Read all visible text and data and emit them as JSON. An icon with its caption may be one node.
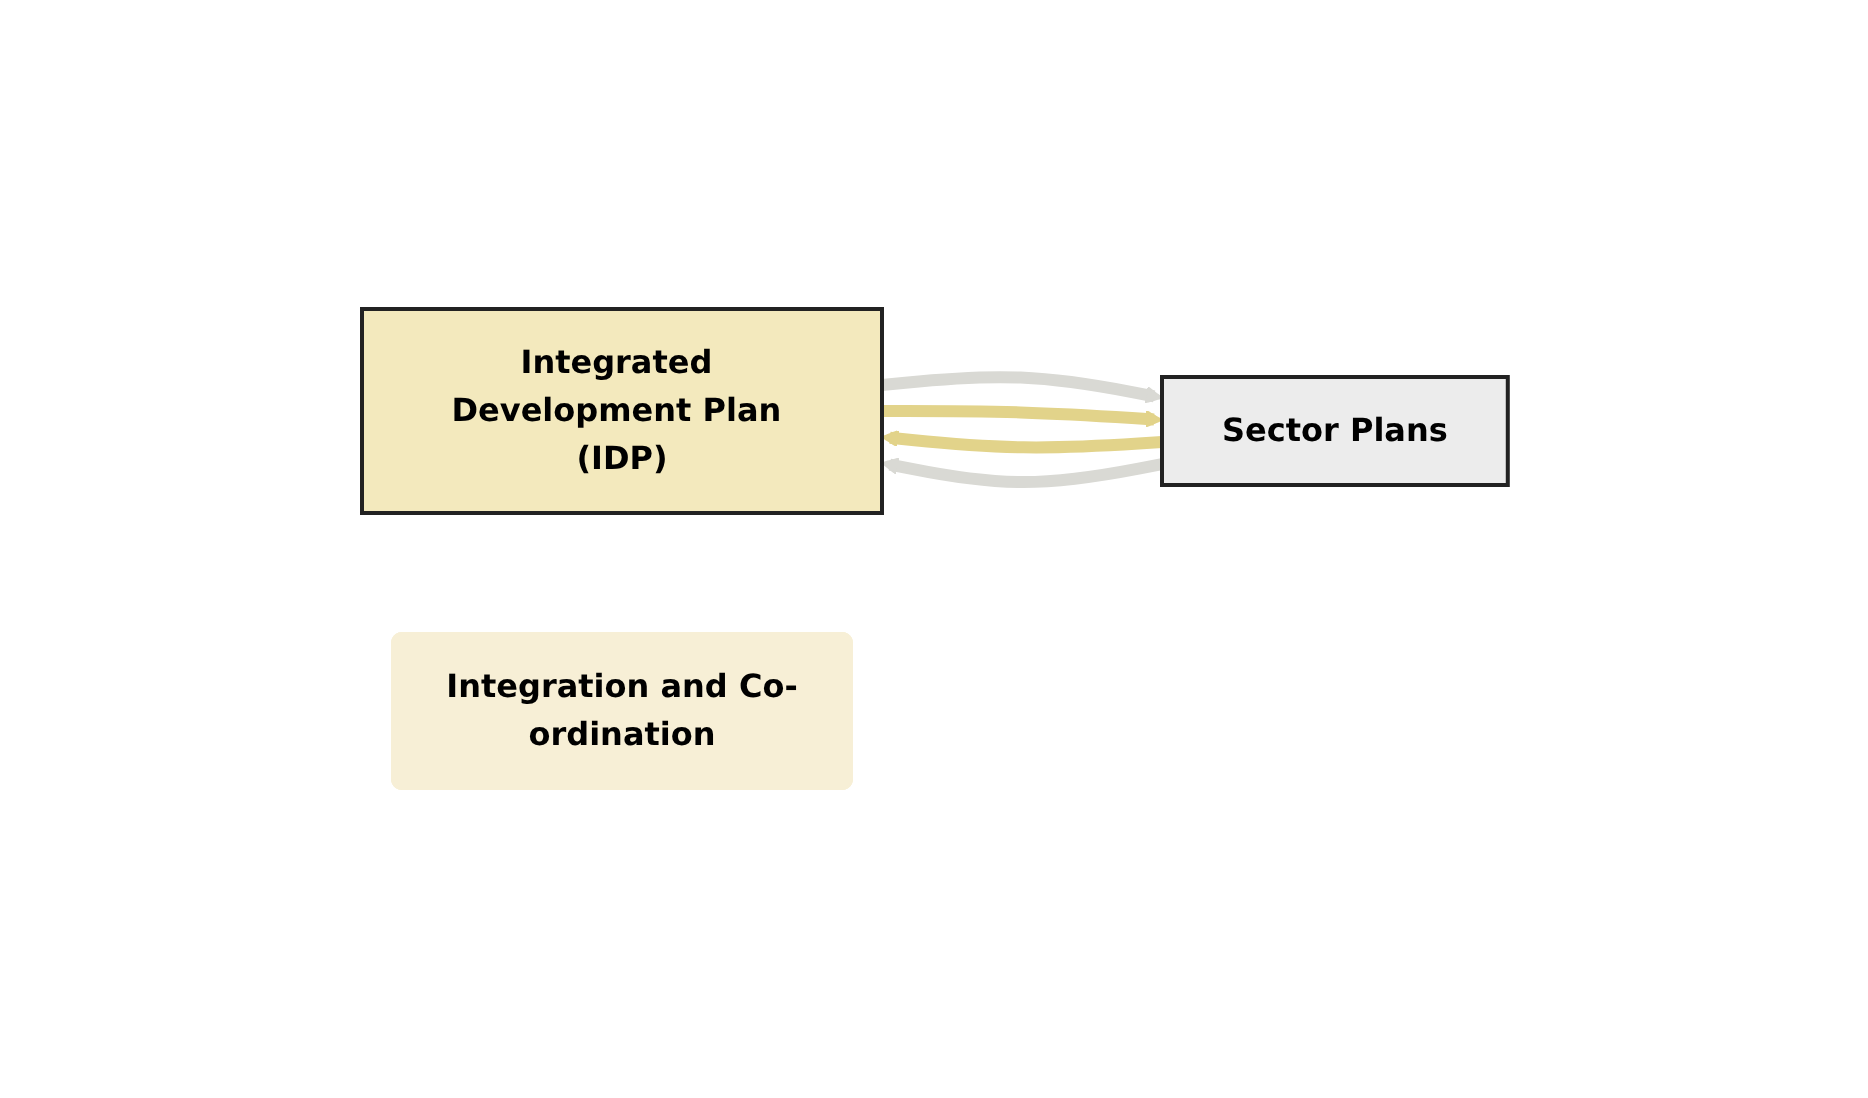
{
  "diagram": {
    "nodes": [
      {
        "text": [
          "Integrated Development Plan (IDP)"
        ]
      },
      {
        "text": [
          "Sector Plans"
        ]
      },
      {
        "text": [
          "Integration and Co-ordination"
        ]
      }
    ],
    "edges": [
      {
        "from": 1,
        "to": 0,
        "arrow": "to",
        "color": "#e2d38a"
      },
      {
        "from": 0,
        "to": 1,
        "arrow": "to",
        "color": "#d9d9d4"
      },
      {
        "from": 0,
        "to": 1,
        "arrow": "to",
        "color": "#e2d38a"
      },
      {
        "from": 1,
        "to": 0,
        "arrow": "to",
        "color": "#d9d9d4"
      }
    ]
  }
}
